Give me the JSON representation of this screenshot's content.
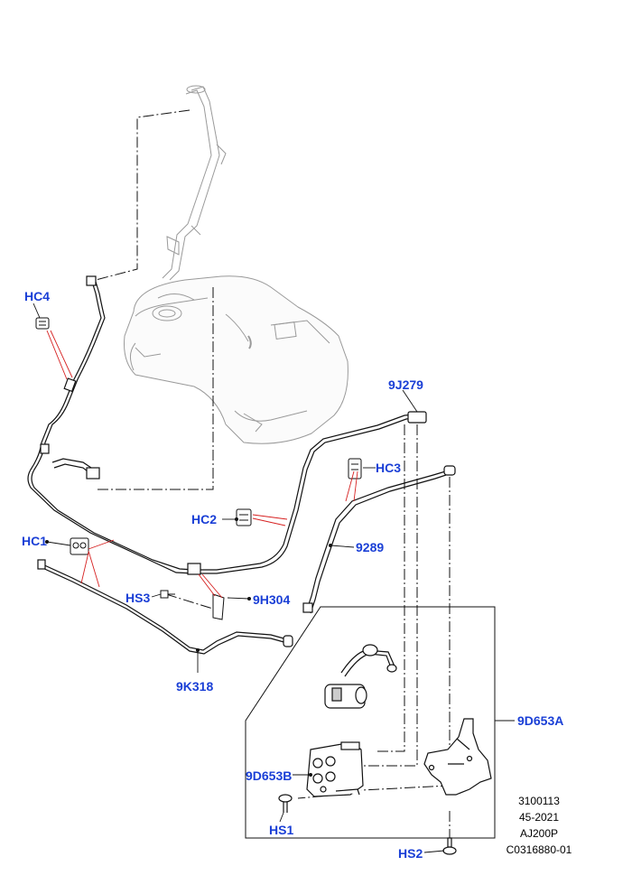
{
  "callouts": {
    "hc4": "HC4",
    "hc3": "HC3",
    "hc2": "HC2",
    "hc1": "HC1",
    "n9j279": "9J279",
    "n9289": "9289",
    "hs3": "HS3",
    "n9h304": "9H304",
    "n9k318": "9K318",
    "n9d653a": "9D653A",
    "n9d653b": "9D653B",
    "hs1": "HS1",
    "hs2": "HS2"
  },
  "reference": {
    "line1": "3100113",
    "line2": "45-2021",
    "line3": "AJ200P",
    "line4": "C0316880-01"
  },
  "colors": {
    "callout": "#1a3fd6",
    "leader": "#d62020",
    "line_art": "#111111",
    "ghost_art": "#9a9a9a"
  }
}
